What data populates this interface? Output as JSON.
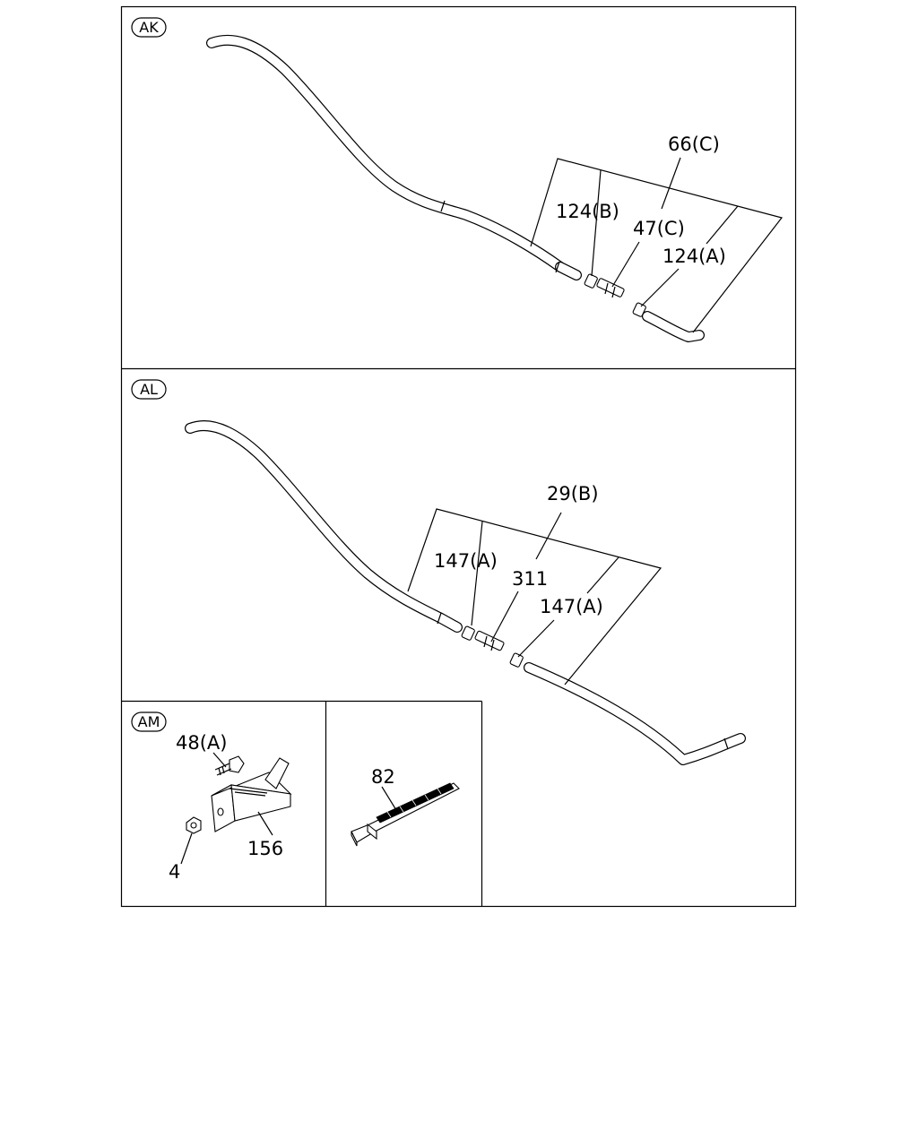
{
  "panels": {
    "ak": {
      "tag": "AK",
      "callouts": {
        "c66": "66(C)",
        "c124b": "124(B)",
        "c47": "47(C)",
        "c124a": "124(A)"
      }
    },
    "al": {
      "tag": "AL",
      "callouts": {
        "c29": "29(B)",
        "c147a1": "147(A)",
        "c311": "311",
        "c147a2": "147(A)"
      }
    },
    "am": {
      "tag": "AM",
      "callouts": {
        "c48": "48(A)",
        "c156": "156",
        "c4": "4"
      }
    },
    "an": {
      "callouts": {
        "c82": "82"
      }
    }
  }
}
